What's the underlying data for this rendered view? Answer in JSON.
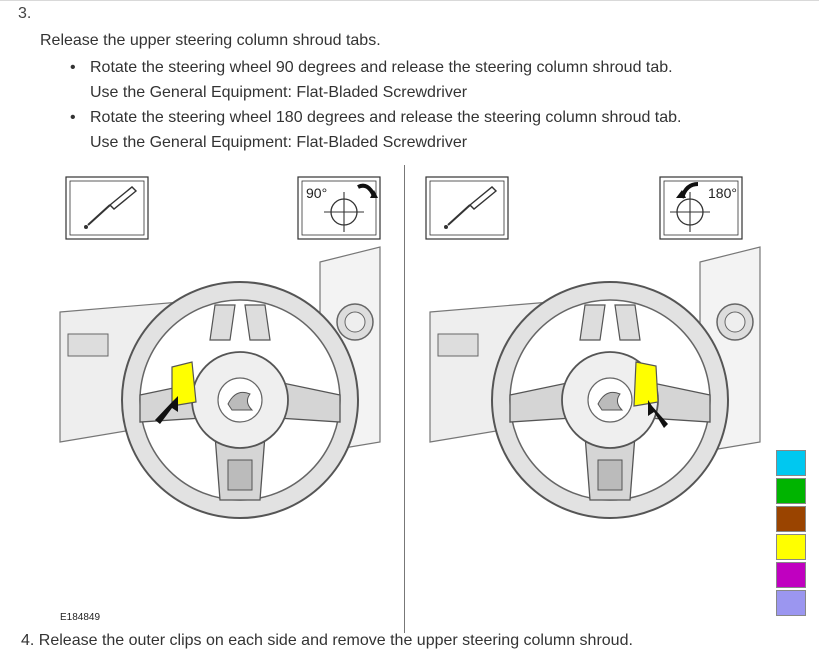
{
  "step3": {
    "number": "3.",
    "title": "Release the upper steering column shroud tabs.",
    "bullets": [
      {
        "line1": "Rotate the steering wheel 90 degrees and release the steering column shroud tab.",
        "line2": "Use the General Equipment: Flat-Bladed Screwdriver"
      },
      {
        "line1": "Rotate the steering wheel 180 degrees and release the steering column shroud tab.",
        "line2": "Use the General Equipment: Flat-Bladed Screwdriver"
      }
    ]
  },
  "figure": {
    "code": "E184849",
    "left_angle": "90°",
    "right_angle": "180°"
  },
  "step4": {
    "text": "4. Release the outer clips on each side and remove the upper steering column shroud."
  },
  "swatches": [
    "#00c8f0",
    "#00b400",
    "#9a4400",
    "#ffff00",
    "#c000c0",
    "#9b96f0"
  ]
}
